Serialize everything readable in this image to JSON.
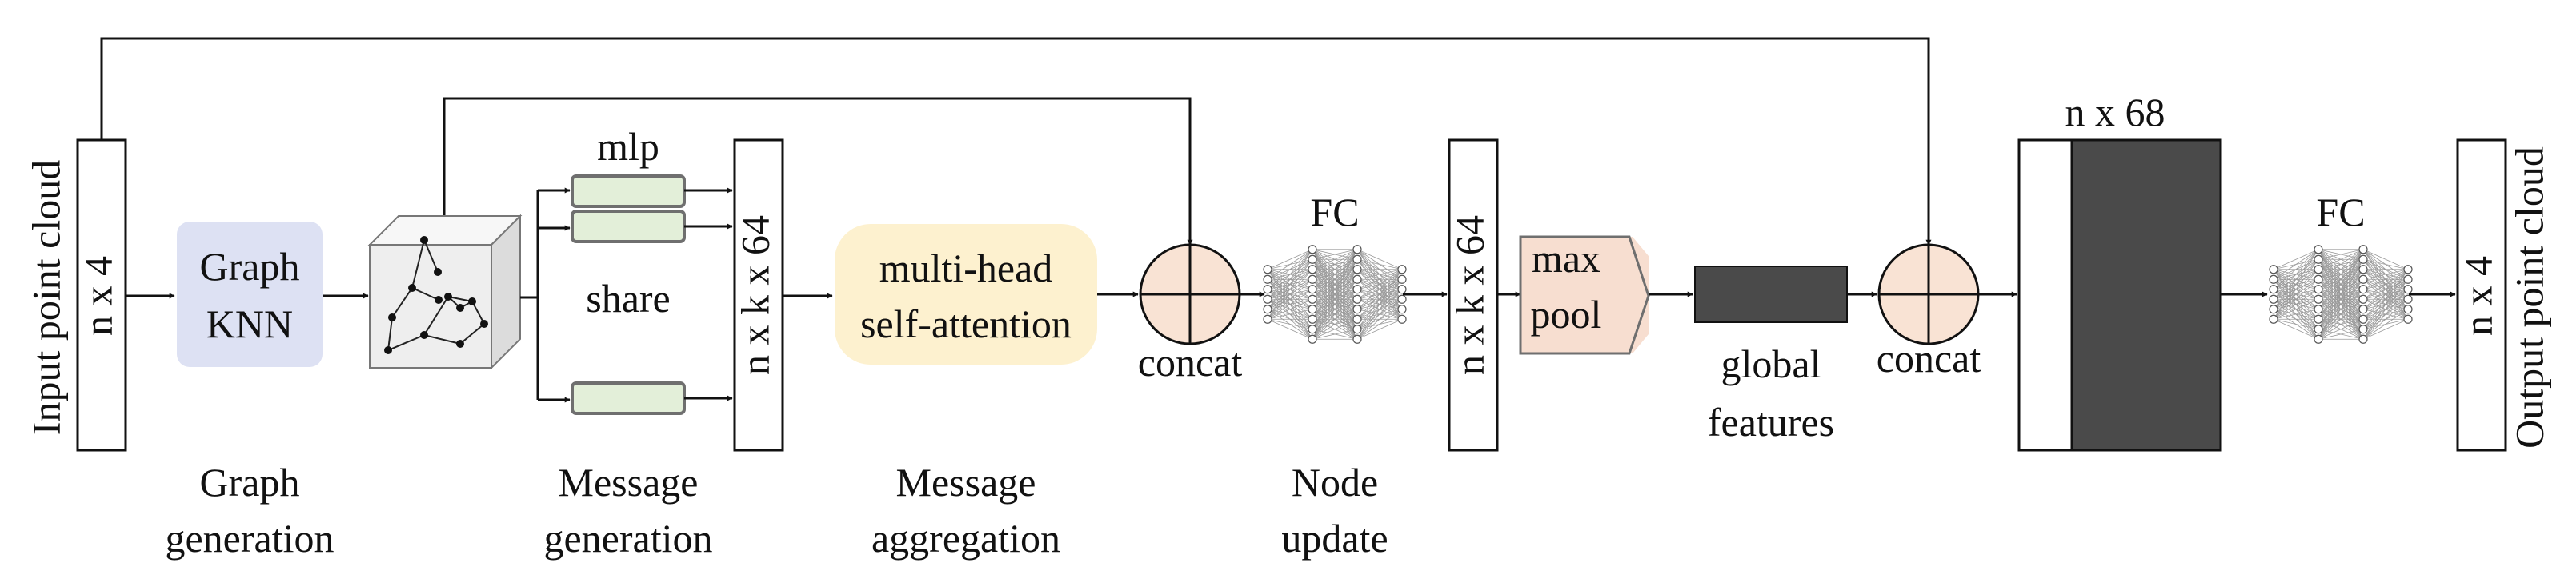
{
  "labels": {
    "input": "Input point cloud",
    "output": "Output point cloud",
    "in_dim": "n x 4",
    "out_dim": "n x 4",
    "graph_knn_1": "Graph",
    "graph_knn_2": "KNN",
    "mlp": "mlp",
    "share": "share",
    "msg_dim": "n x k x 64",
    "mhsa_1": "multi-head",
    "mhsa_2": "self-attention",
    "concat_1": "concat",
    "fc_1": "FC",
    "node_dim": "n x k x 64",
    "maxpool_1": "max",
    "maxpool_2": "pool",
    "global_1": "global",
    "global_2": "features",
    "concat_2": "concat",
    "feat_dim": "n x 68",
    "fc_2": "FC"
  },
  "stages": {
    "graph_1": "Graph",
    "graph_2": "generation",
    "msg_gen_1": "Message",
    "msg_gen_2": "generation",
    "msg_agg_1": "Message",
    "msg_agg_2": "aggregation",
    "node_1": "Node",
    "node_2": "update"
  },
  "colors": {
    "knn_fill": "#dde1f3",
    "mlp_fill": "#e3efd9",
    "attention_fill": "#fdf1cf",
    "concat_fill": "#f9e3d4",
    "maxpool_fill": "#f7ded0",
    "dark_fill": "#4a4a4a",
    "cube_fill": "#eeeeee"
  }
}
